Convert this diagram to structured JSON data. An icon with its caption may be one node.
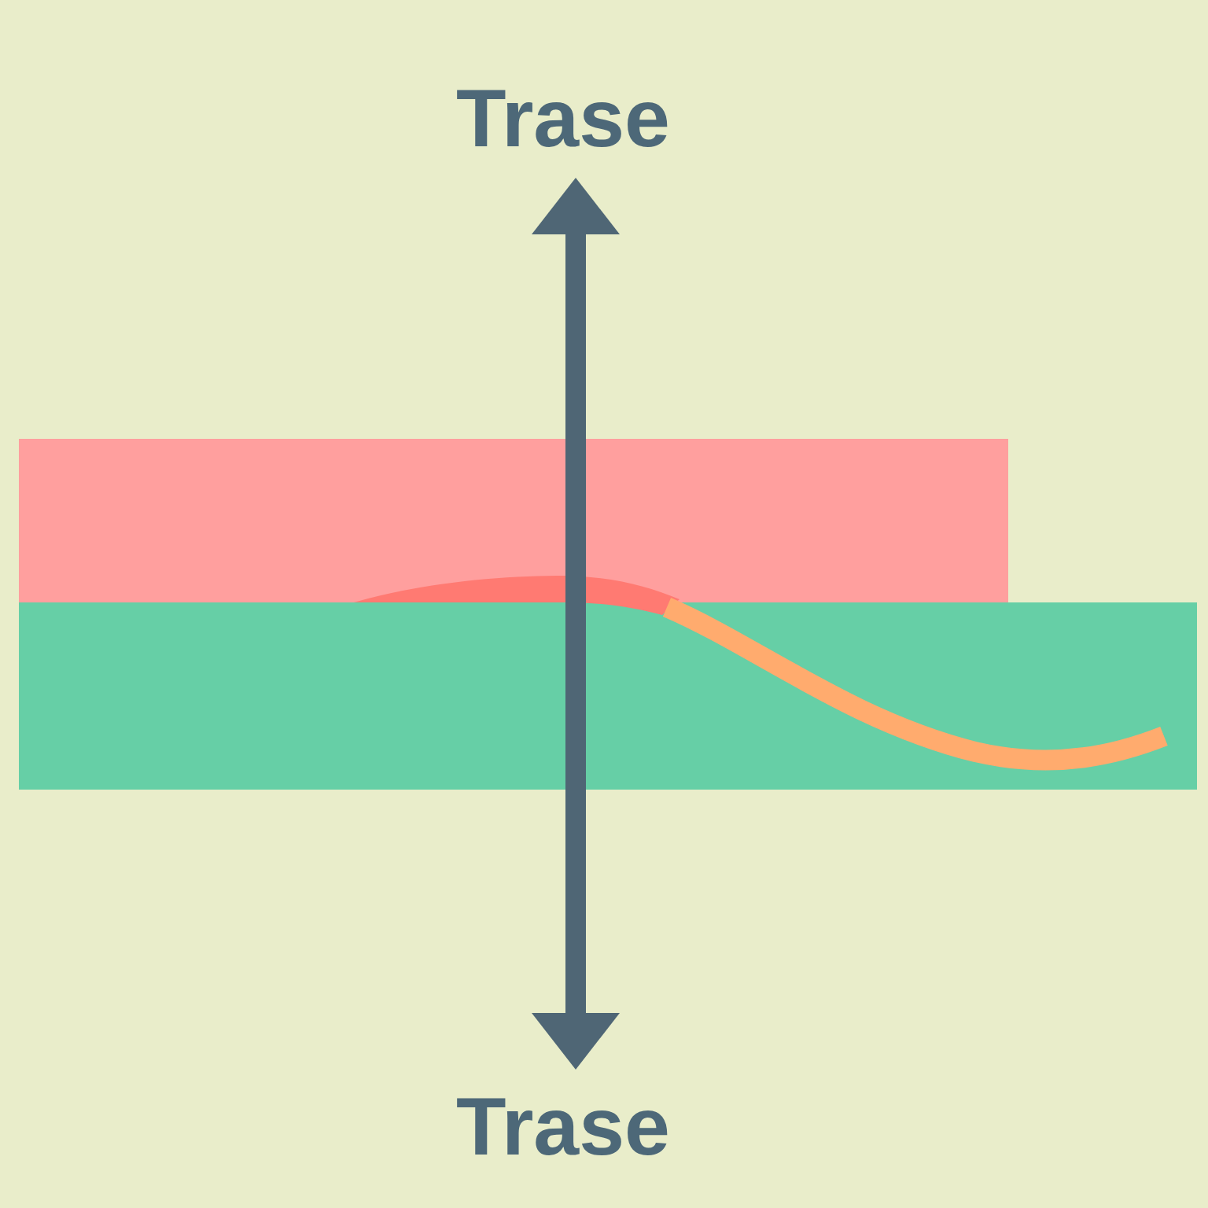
{
  "diagram": {
    "nodes": [
      {
        "text": [
          "Trase"
        ]
      },
      {
        "text": [
          "Trase"
        ]
      }
    ],
    "edges": [
      {
        "from": 0,
        "to": 1,
        "arrow": "both"
      }
    ]
  }
}
